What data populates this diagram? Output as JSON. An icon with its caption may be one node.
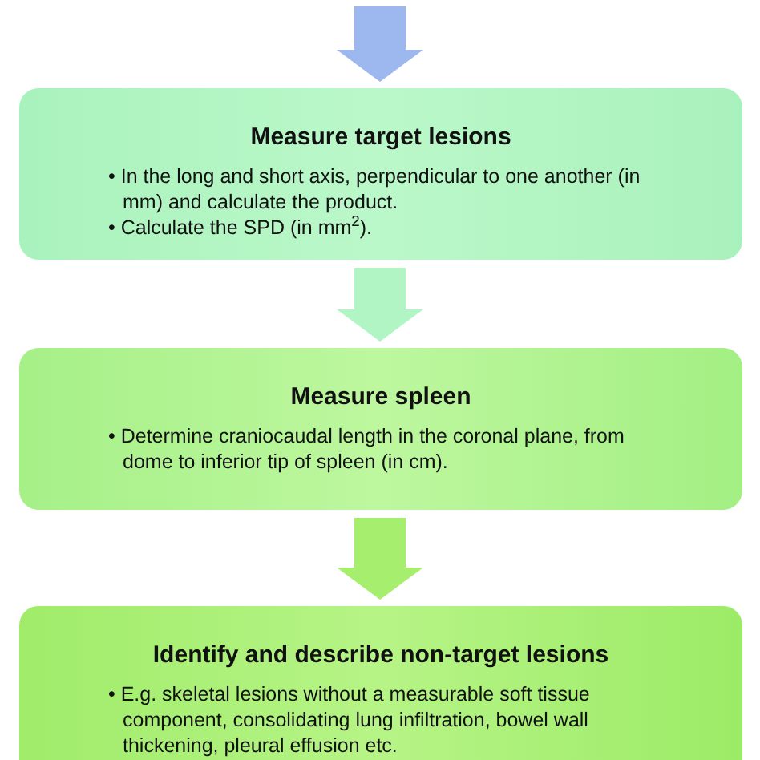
{
  "diagram": {
    "nodes": [
      {
        "text": [
          "Measure target lesions",
          "• In the long and short axis, perpendicular to one another (in mm) and calculate the product.",
          "• Calculate the SPD (in mm$^{2}$)."
        ]
      },
      {
        "text": [
          "Measure spleen",
          "• Determine craniocaudal length in the coronal plane, from dome to inferior tip of spleen (in cm)."
        ]
      },
      {
        "text": [
          "Identify and describe non-target lesions",
          "• E.g. skeletal lesions without a measurable soft tissue component, consolidating lung infiltration, bowel wall thickening, pleural effusion etc."
        ]
      }
    ],
    "edges": [
      {
        "from": null,
        "to": 0,
        "arrow": "to",
        "color": "#9db8ee"
      },
      {
        "from": 0,
        "to": 1,
        "arrow": "to",
        "color": "#b2f5c4"
      },
      {
        "from": 1,
        "to": 2,
        "arrow": "to",
        "color": "#a6ee6e"
      }
    ]
  }
}
